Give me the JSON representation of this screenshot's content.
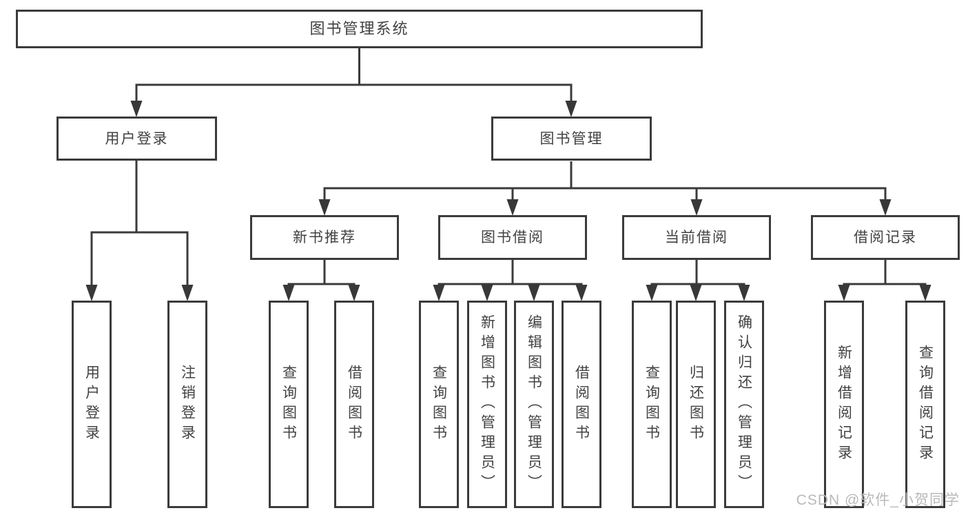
{
  "diagram": {
    "root": {
      "label": "图书管理系统",
      "children": [
        {
          "label": "用户登录",
          "children": [
            {
              "label": "用户登录"
            },
            {
              "label": "注销登录"
            }
          ]
        },
        {
          "label": "图书管理",
          "children": [
            {
              "label": "新书推荐",
              "children": [
                {
                  "label": "查询图书"
                },
                {
                  "label": "借阅图书"
                }
              ]
            },
            {
              "label": "图书借阅",
              "children": [
                {
                  "label": "查询图书"
                },
                {
                  "label": "新增图书（管理员）"
                },
                {
                  "label": "编辑图书（管理员）"
                },
                {
                  "label": "借阅图书"
                }
              ]
            },
            {
              "label": "当前借阅",
              "children": [
                {
                  "label": "查询图书"
                },
                {
                  "label": "归还图书"
                },
                {
                  "label": "确认归还（管理员）"
                }
              ]
            },
            {
              "label": "借阅记录",
              "children": [
                {
                  "label": "新增借阅记录"
                },
                {
                  "label": "查询借阅记录"
                }
              ]
            }
          ]
        }
      ]
    }
  },
  "watermark": {
    "text": "CSDN @软件_小贺同学"
  },
  "colors": {
    "line": "#3b3b3b",
    "text": "#424242",
    "watermark": "#b9b9b9",
    "background": "#ffffff"
  }
}
